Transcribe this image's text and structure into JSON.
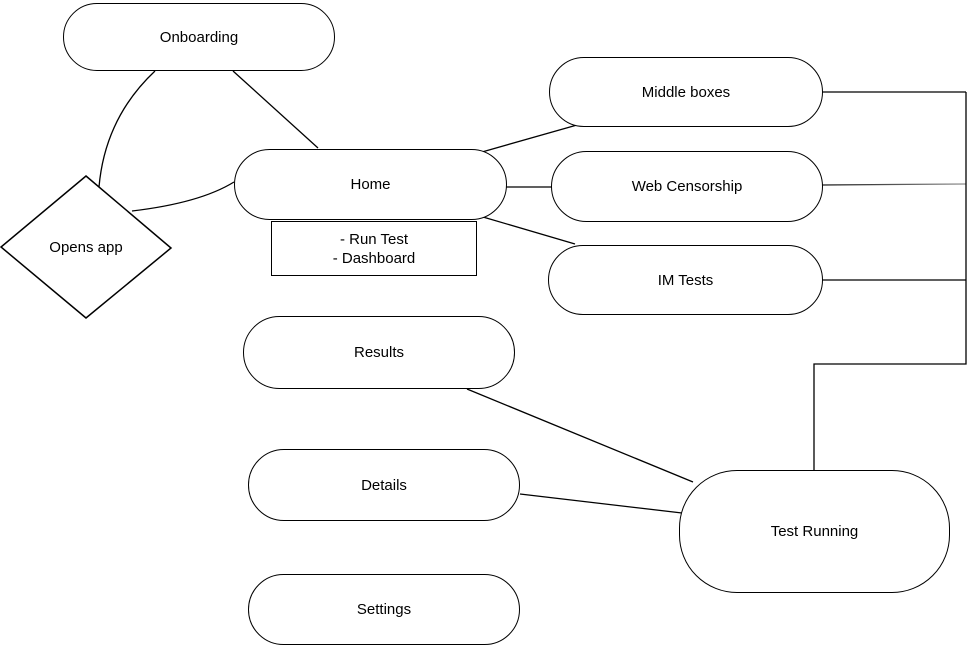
{
  "diagram": {
    "nodes": {
      "onboarding": {
        "label": "Onboarding",
        "shape": "pill"
      },
      "opens_app": {
        "label": "Opens app",
        "shape": "diamond"
      },
      "home": {
        "label": "Home",
        "shape": "pill"
      },
      "home_note": {
        "line1": "- Run Test",
        "line2": "- Dashboard",
        "shape": "rect"
      },
      "middle_boxes": {
        "label": "Middle boxes",
        "shape": "pill"
      },
      "web_censorship": {
        "label": "Web Censorship",
        "shape": "pill"
      },
      "im_tests": {
        "label": "IM Tests",
        "shape": "pill"
      },
      "results": {
        "label": "Results",
        "shape": "pill"
      },
      "details": {
        "label": "Details",
        "shape": "pill"
      },
      "settings": {
        "label": "Settings",
        "shape": "pill"
      },
      "test_running": {
        "label": "Test Running",
        "shape": "pill"
      }
    },
    "edges": [
      {
        "from": "Onboarding",
        "to": "Opens app"
      },
      {
        "from": "Onboarding",
        "to": "Home"
      },
      {
        "from": "Opens app",
        "to": "Home"
      },
      {
        "from": "Home",
        "to": "Middle boxes"
      },
      {
        "from": "Home",
        "to": "Web Censorship"
      },
      {
        "from": "Home",
        "to": "IM Tests"
      },
      {
        "from": "Home",
        "to": "Home note"
      },
      {
        "from": "Middle boxes",
        "to": "Test Running"
      },
      {
        "from": "Web Censorship",
        "to": "Test Running"
      },
      {
        "from": "IM Tests",
        "to": "Test Running"
      },
      {
        "from": "Results",
        "to": "Test Running"
      },
      {
        "from": "Details",
        "to": "Test Running"
      }
    ],
    "colors": {
      "background": "#ffffff",
      "shape_fill": "#ffffff",
      "stroke": "#000000",
      "text": "#000000",
      "muted_line": "#909090"
    }
  }
}
